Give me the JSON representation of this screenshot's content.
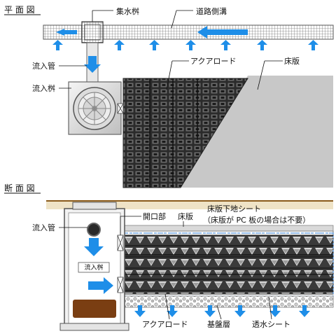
{
  "plan_view": {
    "title": "平 面 図",
    "labels": {
      "catch_basin": "集水桝",
      "road_gutter": "道路側溝",
      "inflow_pipe": "流入管",
      "aqua_road": "アクアロード",
      "floor_slab": "床版",
      "inflow_basin": "流入桝"
    }
  },
  "section_view": {
    "title": "断 面 図",
    "labels": {
      "inflow_pipe": "流入管",
      "opening": "開口部",
      "floor_slab": "床版",
      "base_sheet_line1": "床版下地シート",
      "base_sheet_line2": "（床版が PC 板の場合は不要）",
      "inflow_basin_box": "流入桝",
      "aqua_road": "アクアロード",
      "base_layer": "基盤層",
      "permeable_sheet": "透水シート"
    }
  },
  "colors": {
    "arrow": "#1e8ee8",
    "grid": "#5a5a5a",
    "slab": "#c8c8c8",
    "soil": "#8a5a1a",
    "sediment": "#7a3e12",
    "ground": "#efe3c6"
  }
}
